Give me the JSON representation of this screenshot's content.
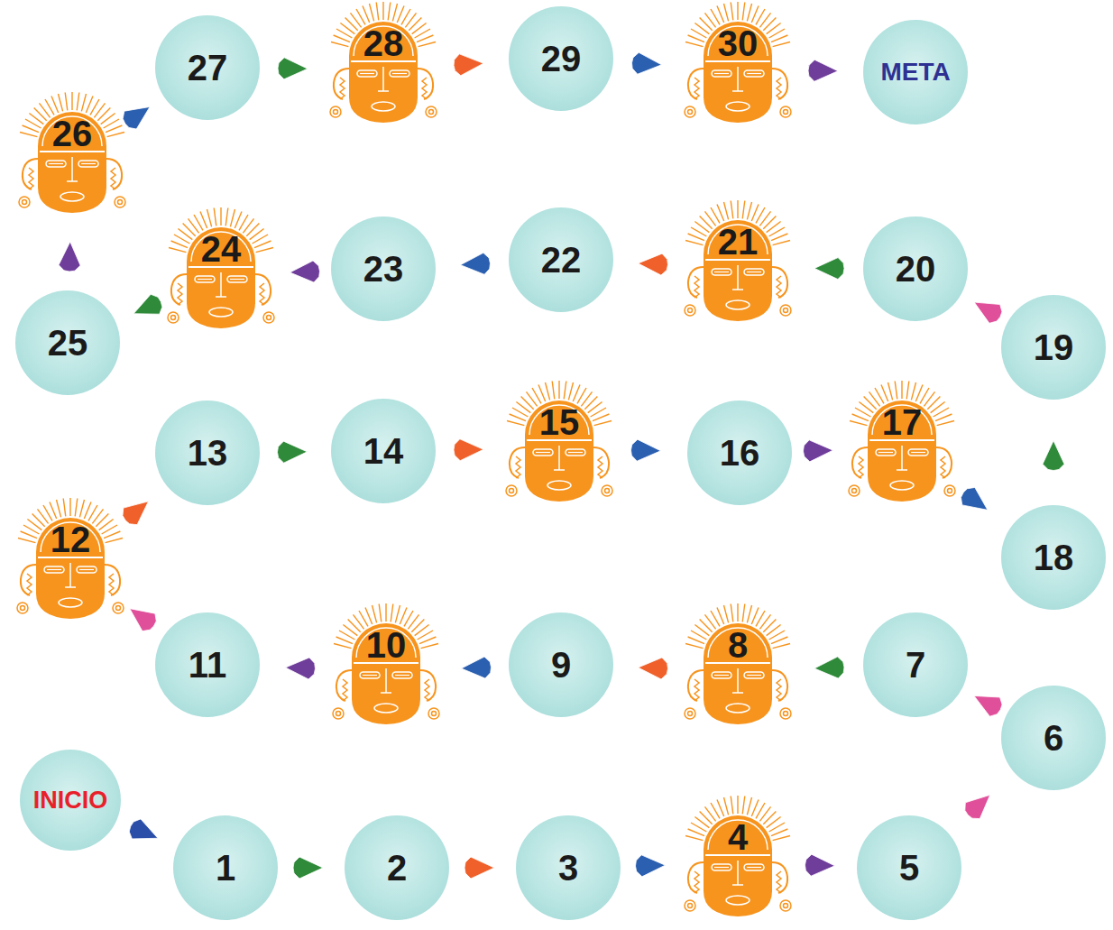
{
  "diagram": {
    "nodes": [
      {
        "text": [
          "INICIO"
        ]
      },
      {
        "text": [
          "1"
        ]
      },
      {
        "text": [
          "2"
        ]
      },
      {
        "text": [
          "3"
        ]
      },
      {
        "text": [
          "4"
        ]
      },
      {
        "text": [
          "5"
        ]
      },
      {
        "text": [
          "6"
        ]
      },
      {
        "text": [
          "7"
        ]
      },
      {
        "text": [
          "8"
        ]
      },
      {
        "text": [
          "9"
        ]
      },
      {
        "text": [
          "10"
        ]
      },
      {
        "text": [
          "11"
        ]
      },
      {
        "text": [
          "12"
        ]
      },
      {
        "text": [
          "13"
        ]
      },
      {
        "text": [
          "14"
        ]
      },
      {
        "text": [
          "15"
        ]
      },
      {
        "text": [
          "16"
        ]
      },
      {
        "text": [
          "17"
        ]
      },
      {
        "text": [
          "18"
        ]
      },
      {
        "text": [
          "19"
        ]
      },
      {
        "text": [
          "20"
        ]
      },
      {
        "text": [
          "21"
        ]
      },
      {
        "text": [
          "22"
        ]
      },
      {
        "text": [
          "23"
        ]
      },
      {
        "text": [
          "24"
        ]
      },
      {
        "text": [
          "25"
        ]
      },
      {
        "text": [
          "26"
        ]
      },
      {
        "text": [
          "27"
        ]
      },
      {
        "text": [
          "28"
        ]
      },
      {
        "text": [
          "29"
        ]
      },
      {
        "text": [
          "30"
        ]
      },
      {
        "text": [
          "META"
        ]
      }
    ],
    "edges": [
      {
        "from": 0,
        "to": 1,
        "arrow": "to"
      },
      {
        "from": 1,
        "to": 2,
        "arrow": "to"
      },
      {
        "from": 2,
        "to": 3,
        "arrow": "to"
      },
      {
        "from": 3,
        "to": 4,
        "arrow": "to"
      },
      {
        "from": 4,
        "to": 5,
        "arrow": "to"
      },
      {
        "from": 5,
        "to": 6,
        "arrow": "to"
      },
      {
        "from": 6,
        "to": 7,
        "arrow": "to"
      },
      {
        "from": 7,
        "to": 8,
        "arrow": "to"
      },
      {
        "from": 8,
        "to": 9,
        "arrow": "to"
      },
      {
        "from": 9,
        "to": 10,
        "arrow": "to"
      },
      {
        "from": 10,
        "to": 11,
        "arrow": "to"
      },
      {
        "from": 11,
        "to": 12,
        "arrow": "to"
      },
      {
        "from": 12,
        "to": 13,
        "arrow": "to"
      },
      {
        "from": 13,
        "to": 14,
        "arrow": "to"
      },
      {
        "from": 14,
        "to": 15,
        "arrow": "to"
      },
      {
        "from": 15,
        "to": 16,
        "arrow": "to"
      },
      {
        "from": 16,
        "to": 17,
        "arrow": "to"
      },
      {
        "from": 17,
        "to": 18,
        "arrow": "to"
      },
      {
        "from": 18,
        "to": 19,
        "arrow": "to"
      },
      {
        "from": 19,
        "to": 20,
        "arrow": "to"
      },
      {
        "from": 20,
        "to": 21,
        "arrow": "to"
      },
      {
        "from": 21,
        "to": 22,
        "arrow": "to"
      },
      {
        "from": 22,
        "to": 23,
        "arrow": "to"
      },
      {
        "from": 23,
        "to": 24,
        "arrow": "to"
      },
      {
        "from": 24,
        "to": 25,
        "arrow": "to"
      },
      {
        "from": 25,
        "to": 26,
        "arrow": "to"
      },
      {
        "from": 26,
        "to": 27,
        "arrow": "to"
      },
      {
        "from": 27,
        "to": 28,
        "arrow": "to"
      },
      {
        "from": 28,
        "to": 29,
        "arrow": "to"
      },
      {
        "from": 29,
        "to": 30,
        "arrow": "to"
      },
      {
        "from": 30,
        "to": 31,
        "arrow": "to"
      }
    ]
  }
}
